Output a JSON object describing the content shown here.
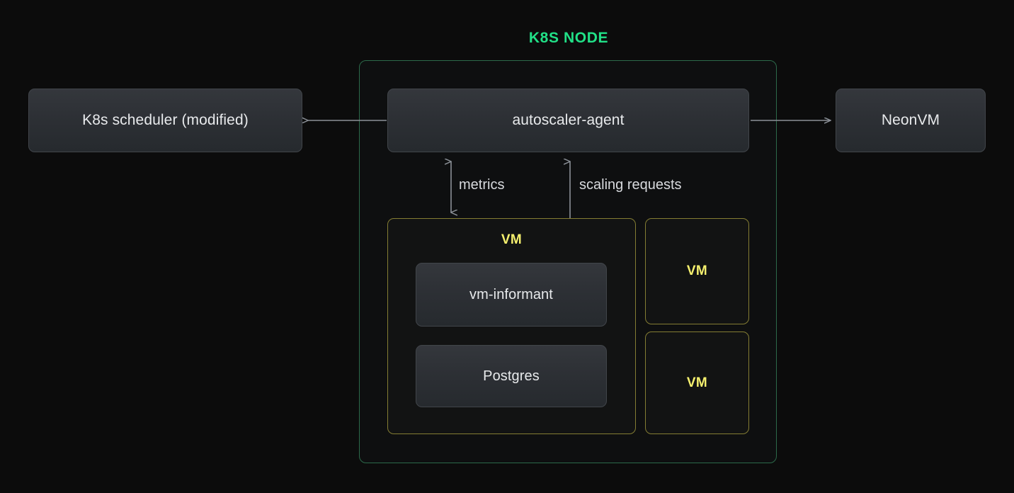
{
  "diagram": {
    "title": "K8S NODE",
    "title_color": "#21e087",
    "background_color": "#0c0c0c",
    "node_border_color": "#2c6a4a",
    "vm_border_color": "#847d33",
    "vm_label_color": "#f5f06e",
    "arrow_color": "#8b9097",
    "text_color": "#e8eaec"
  },
  "external": {
    "scheduler_label": "K8s scheduler (modified)",
    "neonvm_label": "NeonVM"
  },
  "node": {
    "agent_label": "autoscaler-agent",
    "vm_main": {
      "label": "VM",
      "informant_label": "vm-informant",
      "postgres_label": "Postgres"
    },
    "vm_small": [
      {
        "label": "VM"
      },
      {
        "label": "VM"
      }
    ]
  },
  "arrows": {
    "scheduler_arrow": {
      "label": "",
      "direction": "left"
    },
    "neonvm_arrow": {
      "label": "",
      "direction": "right"
    },
    "metrics_arrow": {
      "label": "metrics",
      "direction": "bidirectional"
    },
    "scaling_arrow": {
      "label": "scaling requests",
      "direction": "bidirectional"
    }
  }
}
